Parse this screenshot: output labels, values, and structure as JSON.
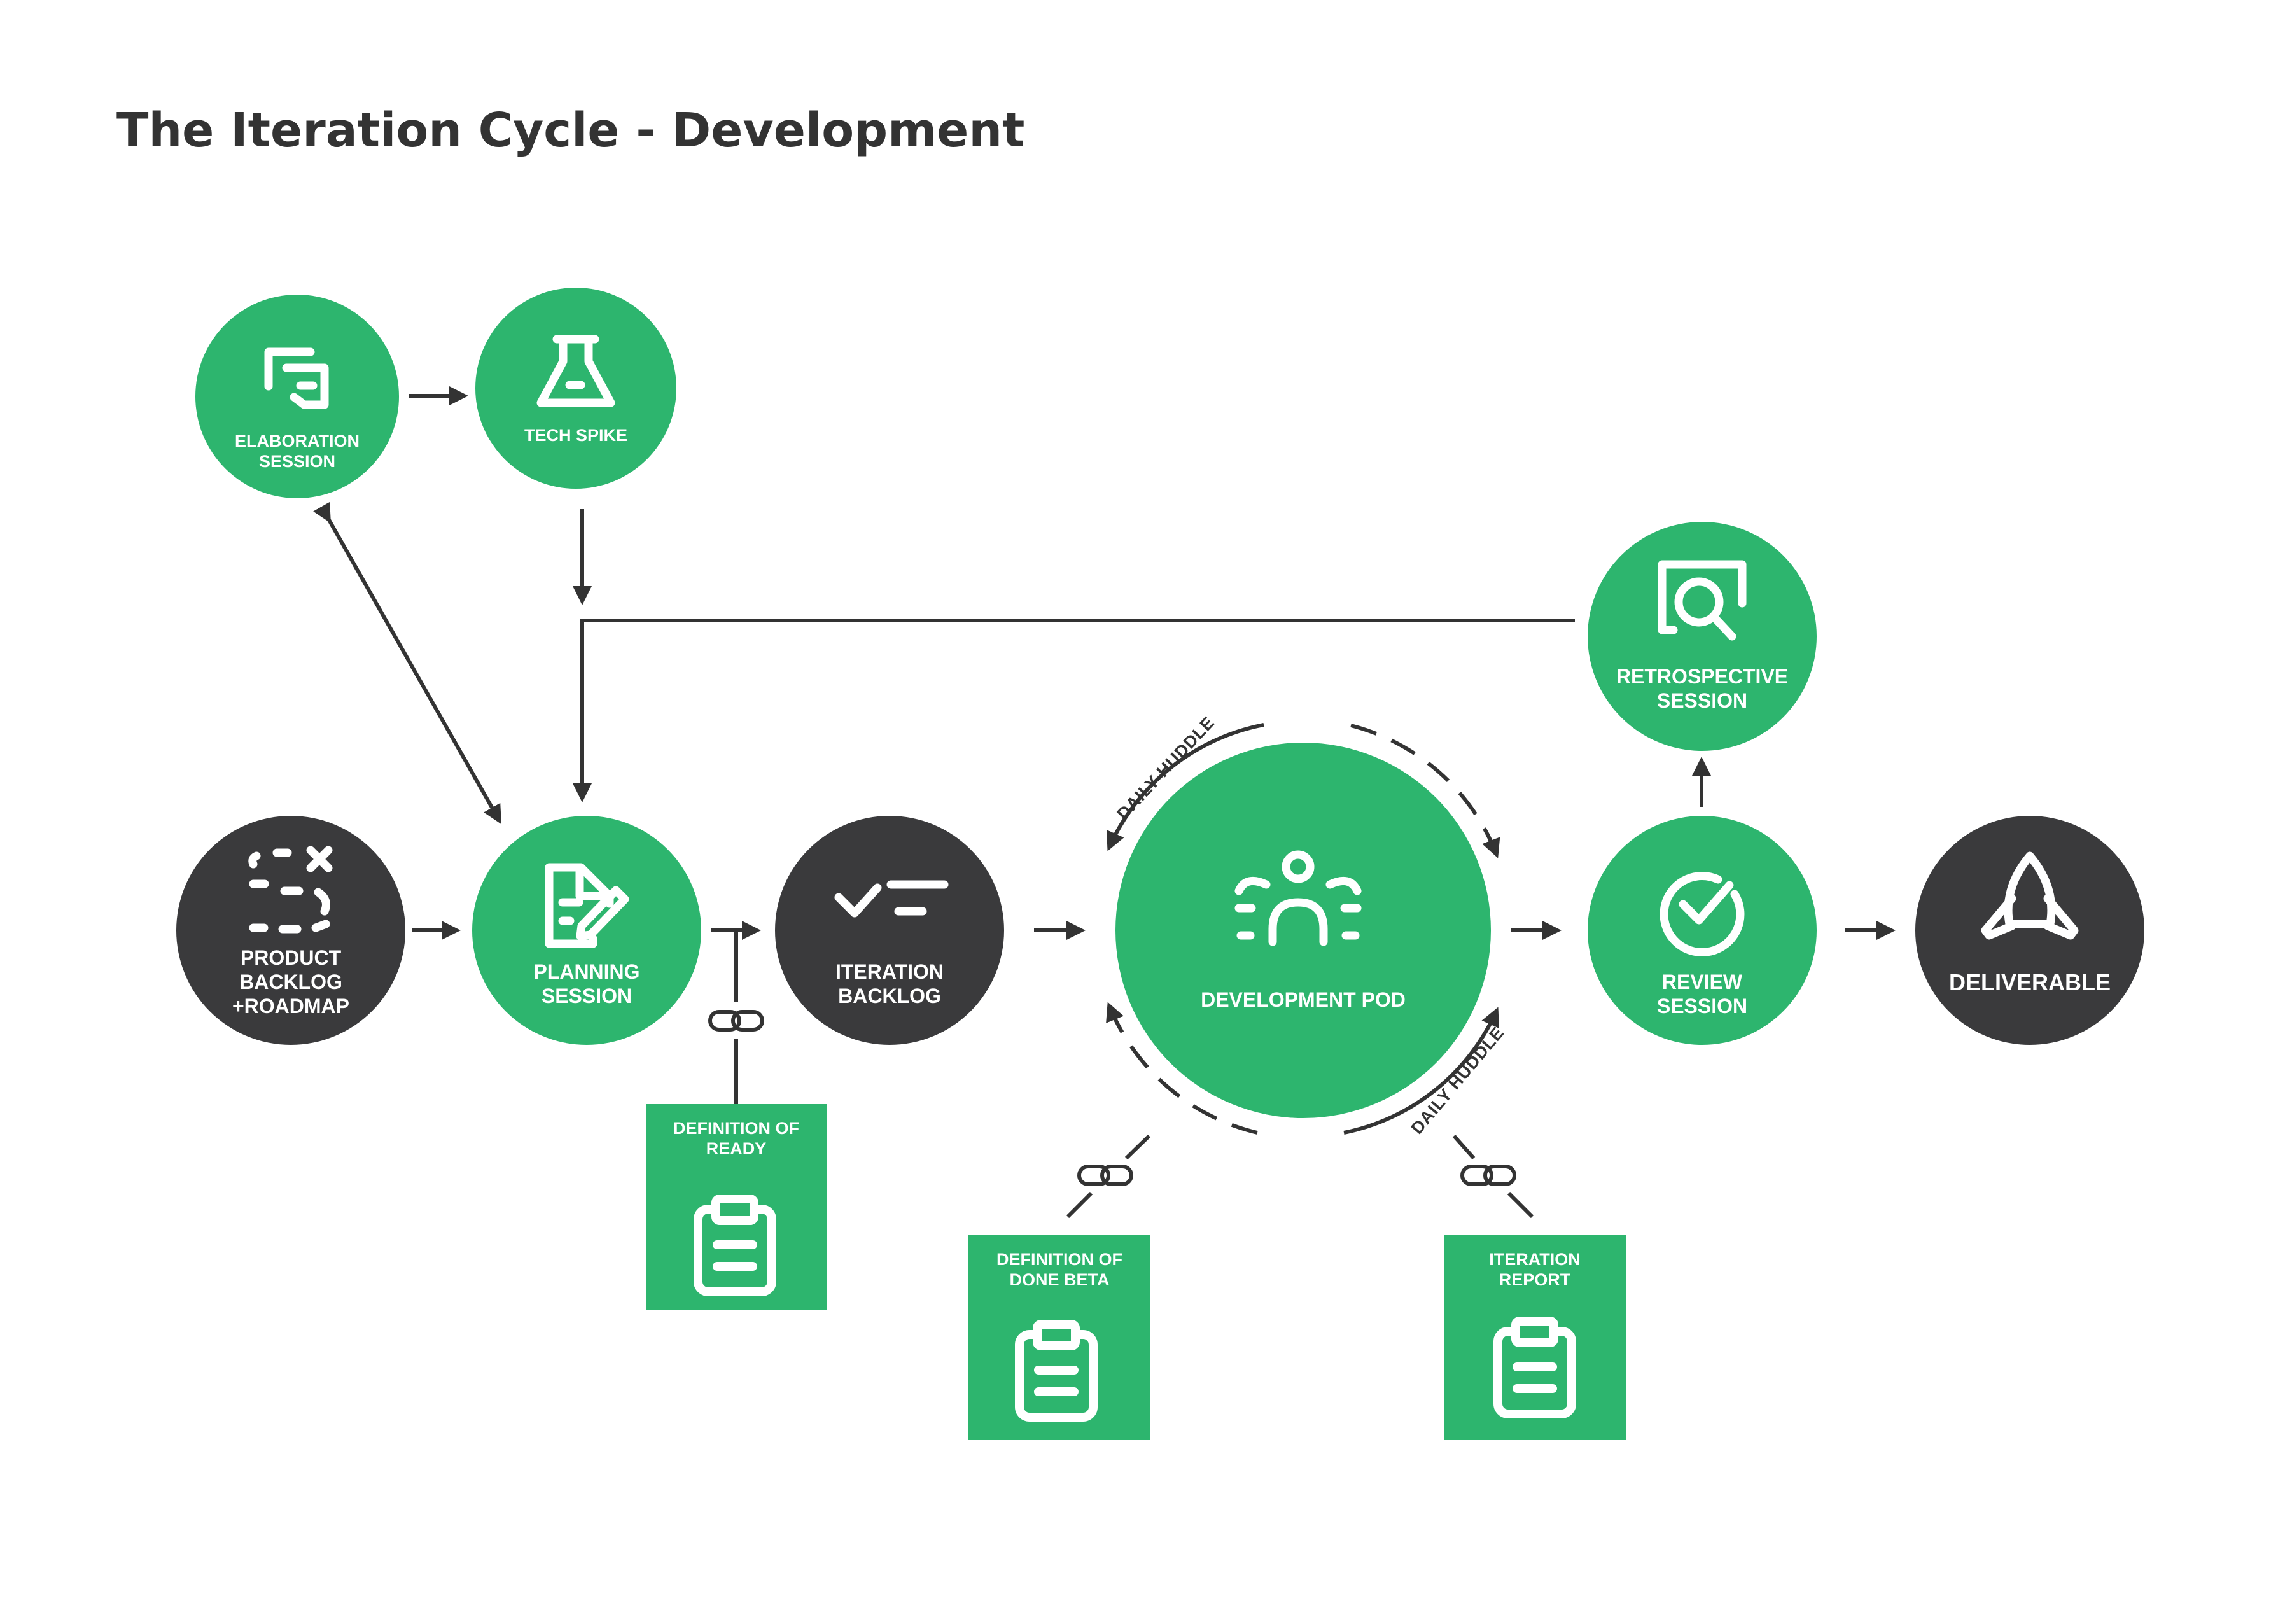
{
  "title": "The Iteration Cycle - Development",
  "colors": {
    "green": "#2db56e",
    "dark": "#3a3a3c",
    "line": "#333333",
    "text": "#ffffff"
  },
  "nodes": {
    "elaboration": {
      "line1": "ELABORATION",
      "line2": "SESSION",
      "icon": "chat-bubbles-icon"
    },
    "tech_spike": {
      "line1": "TECH SPIKE",
      "icon": "flask-icon"
    },
    "retrospective": {
      "line1": "RETROSPECTIVE",
      "line2": "SESSION",
      "icon": "magnifier-frame-icon"
    },
    "product_backlog": {
      "line1": "PRODUCT",
      "line2": "BACKLOG",
      "line3": "+ROADMAP",
      "icon": "treasure-map-icon"
    },
    "planning": {
      "line1": "PLANNING",
      "line2": "SESSION",
      "icon": "document-pen-icon"
    },
    "iteration_backlog": {
      "line1": "ITERATION",
      "line2": "BACKLOG",
      "icon": "checklist-icon"
    },
    "dev_pod": {
      "line1": "DEVELOPMENT POD",
      "icon": "team-icon"
    },
    "review": {
      "line1": "REVIEW",
      "line2": "SESSION",
      "icon": "check-circle-icon"
    },
    "deliverable": {
      "line1": "DELIVERABLE",
      "icon": "rocket-icon"
    }
  },
  "docs": {
    "ready": {
      "line1": "DEFINITION OF",
      "line2": "READY",
      "icon": "clipboard-icon"
    },
    "done": {
      "line1": "DEFINITION OF",
      "line2": "DONE BETA",
      "icon": "clipboard-icon"
    },
    "report": {
      "line1": "ITERATION",
      "line2": "REPORT",
      "icon": "clipboard-icon"
    }
  },
  "huddles": {
    "top": "DAILY HUDDLE",
    "bottom": "DAILY HUDDLE"
  }
}
